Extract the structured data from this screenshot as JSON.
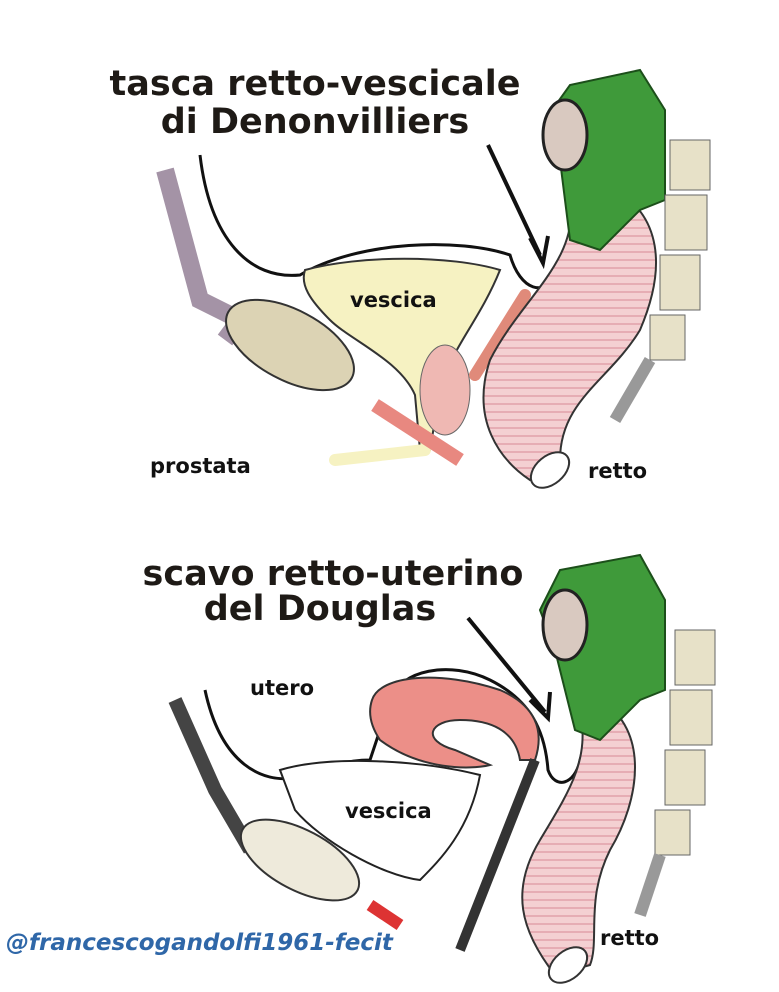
{
  "top_panel": {
    "title_line1": "tasca retto-vescicale",
    "title_line2": "di Denonvilliers",
    "label_bladder": "vescica",
    "label_prostate": "prostata",
    "label_rectum": "retto"
  },
  "bottom_panel": {
    "title_line1": "scavo retto-uterino",
    "title_line2": "del Douglas",
    "label_uterus": "utero",
    "label_bladder": "vescica",
    "label_rectum": "retto"
  },
  "watermark": "@francescogandolfi1961-fecit",
  "colors": {
    "bladder": "#f6f2c2",
    "rectum": "#f3c9c9",
    "green": "#3f9a3a",
    "bone": "#dcd3b4",
    "uterus": "#ec8f88",
    "watermark": "#2f67a8"
  }
}
